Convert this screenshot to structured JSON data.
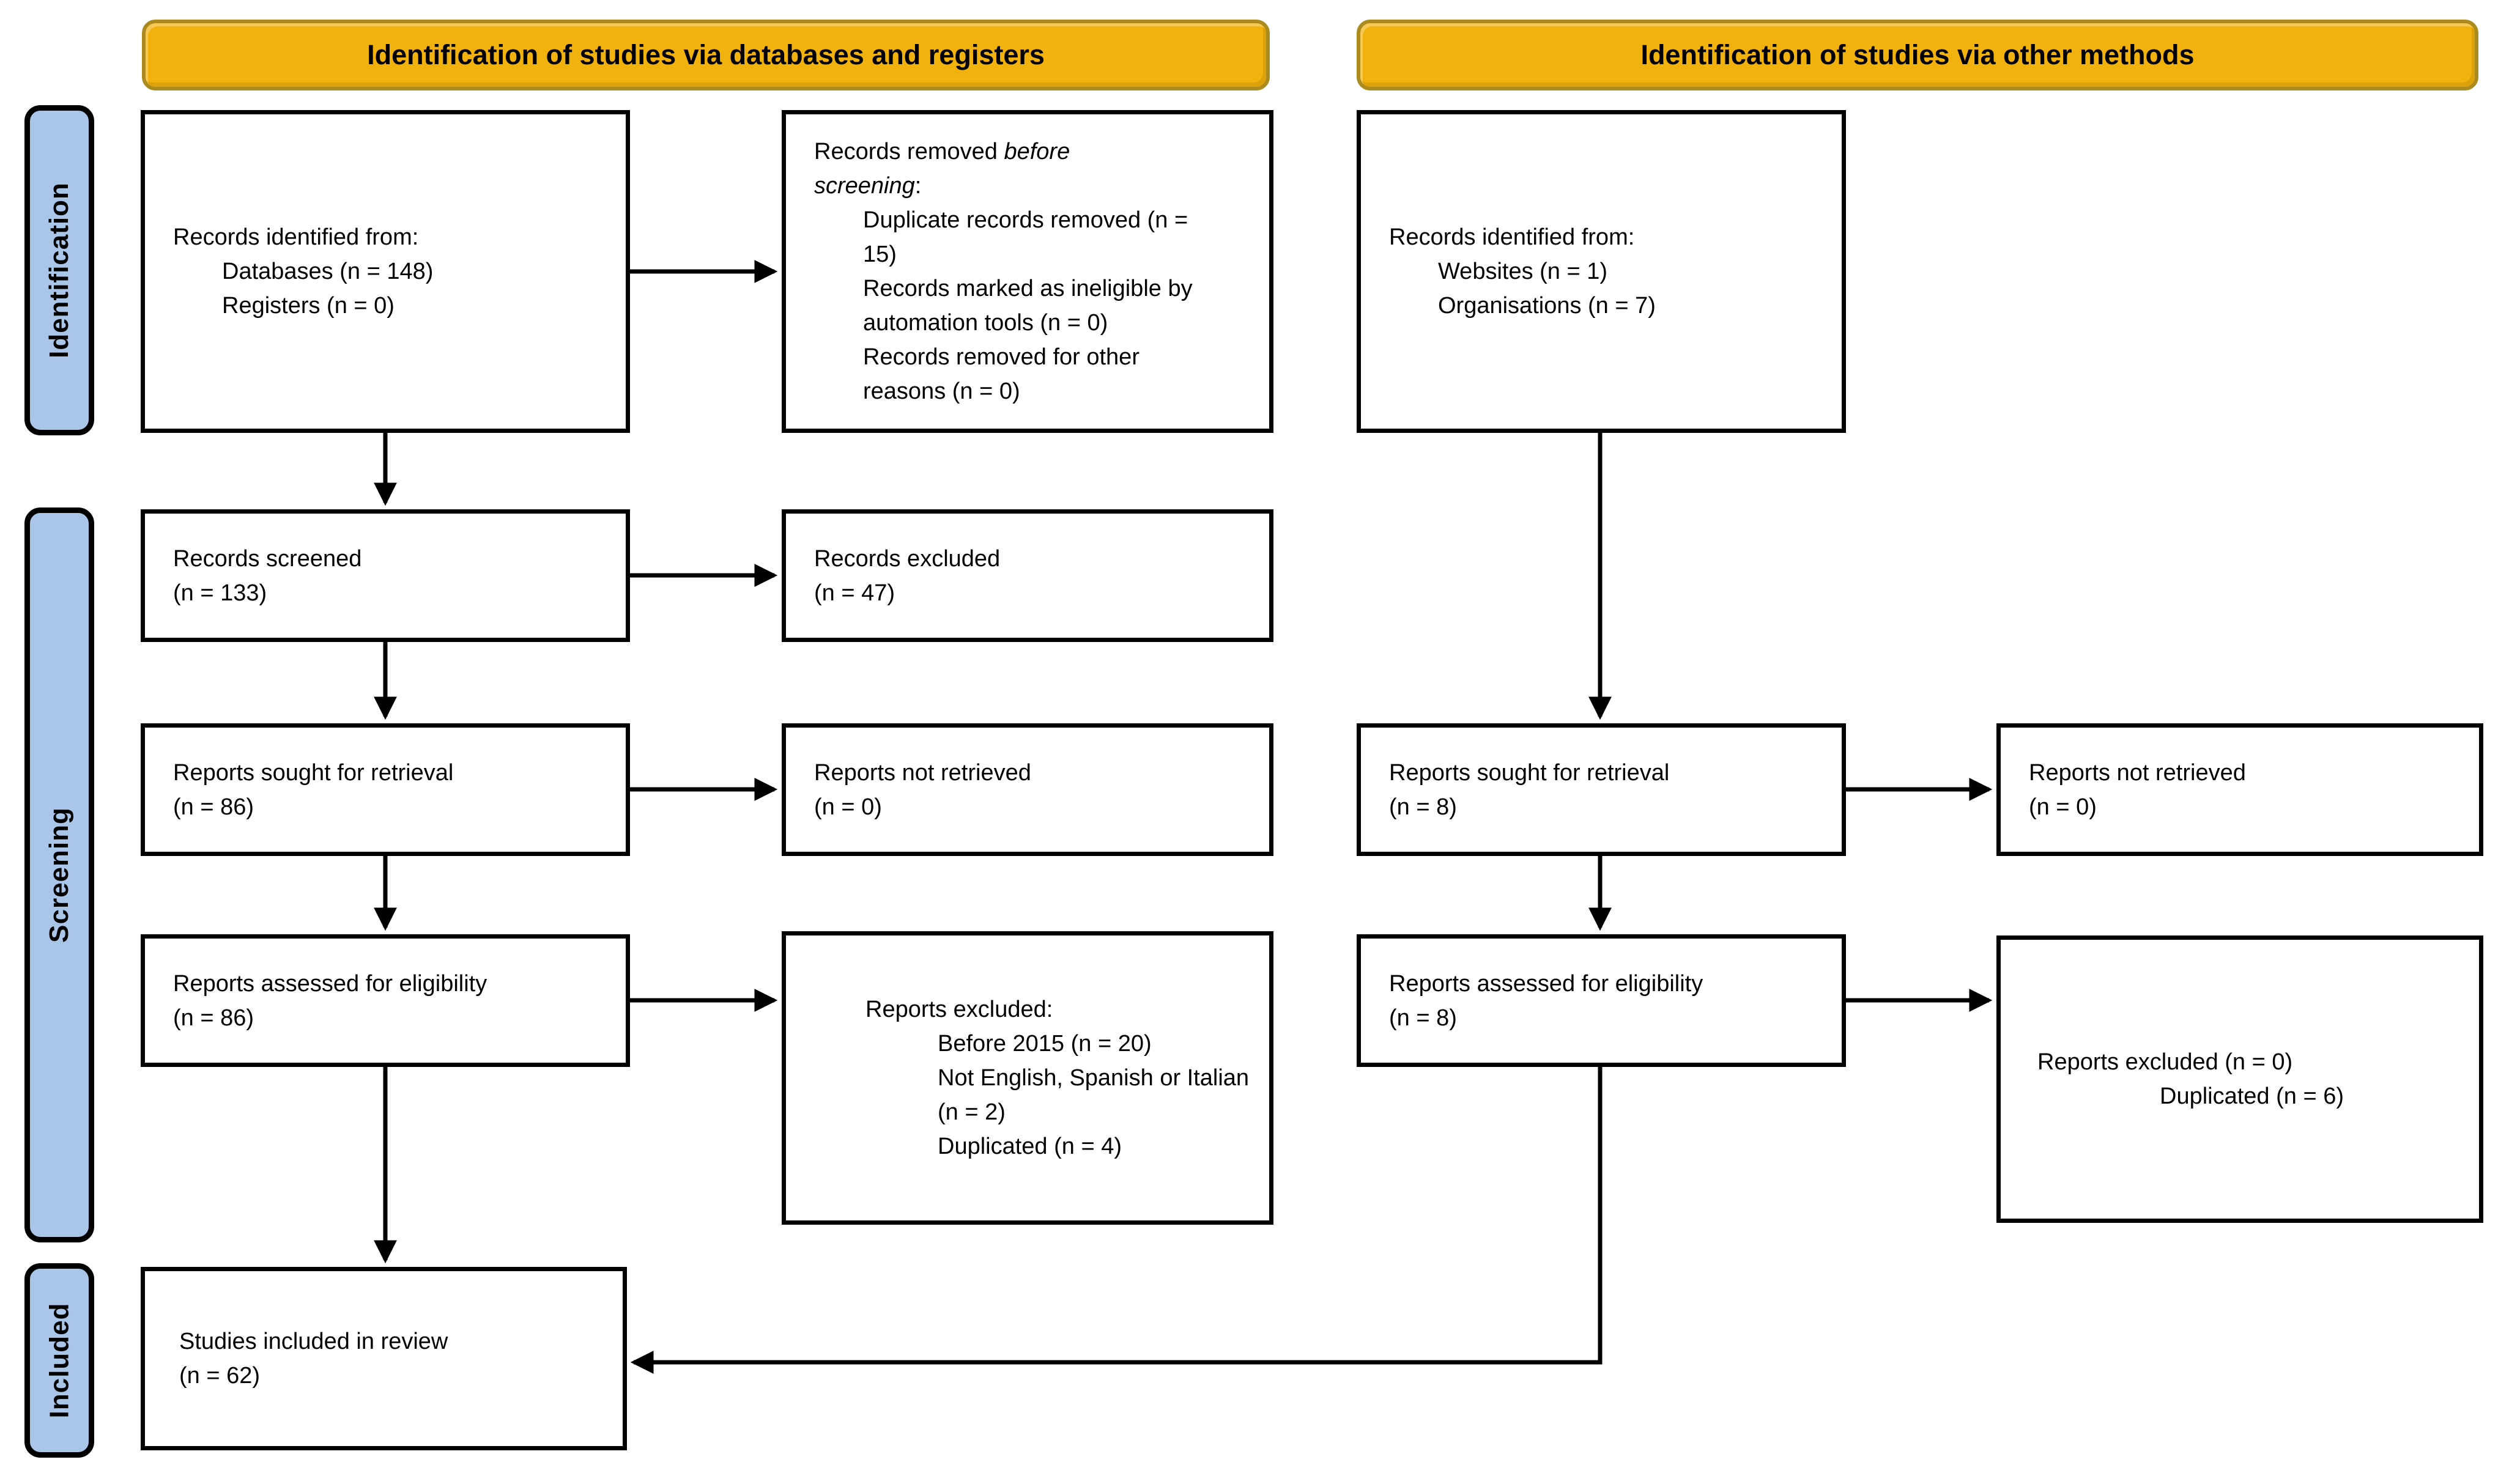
{
  "header_left": "Identification of studies via databases and registers",
  "header_right": "Identification of studies via other methods",
  "stages": {
    "identification": "Identification",
    "screening": "Screening",
    "included": "Included"
  },
  "colors": {
    "header_fill": "#f2b20e",
    "header_border": "#ab8b1e",
    "stage_fill": "#a9c6e8",
    "stage_border": "#000000",
    "box_fill": "#ffffff",
    "box_border": "#000000",
    "arrow_color": "#000000"
  },
  "boxes": {
    "records_identified_db": {
      "title": "Records identified from:",
      "items": [
        "Databases (n = 148)",
        "Registers (n = 0)"
      ]
    },
    "records_removed": {
      "text_prefix": "Records removed ",
      "text_italic": "before screening",
      "text_suffix": ":",
      "items": [
        "Duplicate records removed (n = 15)",
        "Records marked as ineligible by automation tools (n = 0)",
        "Records removed for other reasons (n = 0)"
      ]
    },
    "records_screened": {
      "line1": "Records screened",
      "line2": "(n = 133)"
    },
    "records_excluded": {
      "line1": "Records excluded",
      "line2": "(n = 47)"
    },
    "reports_sought_db": {
      "line1": "Reports sought for retrieval",
      "line2": "(n = 86)"
    },
    "reports_not_retrieved_db": {
      "line1": "Reports not retrieved",
      "line2": "(n = 0)"
    },
    "reports_assessed_db": {
      "line1": "Reports assessed for eligibility",
      "line2": "(n = 86)"
    },
    "reports_excluded_db": {
      "title": "Reports excluded:",
      "items": [
        "Before 2015 (n = 20)",
        "Not English, Spanish or Italian (n = 2)",
        "Duplicated (n = 4)"
      ]
    },
    "studies_included": {
      "line1": "Studies included in review",
      "line2": "(n = 62)"
    },
    "records_identified_other": {
      "title": "Records identified from:",
      "items": [
        "Websites (n = 1)",
        "Organisations (n = 7)"
      ]
    },
    "reports_sought_other": {
      "line1": "Reports sought for retrieval",
      "line2": "(n = 8)"
    },
    "reports_not_retrieved_other": {
      "line1": "Reports not retrieved",
      "line2": "(n = 0)"
    },
    "reports_assessed_other": {
      "line1": "Reports assessed for eligibility",
      "line2": "(n = 8)"
    },
    "reports_excluded_other": {
      "line1": "Reports excluded (n = 0)",
      "line2": "Duplicated (n = 6)"
    }
  }
}
